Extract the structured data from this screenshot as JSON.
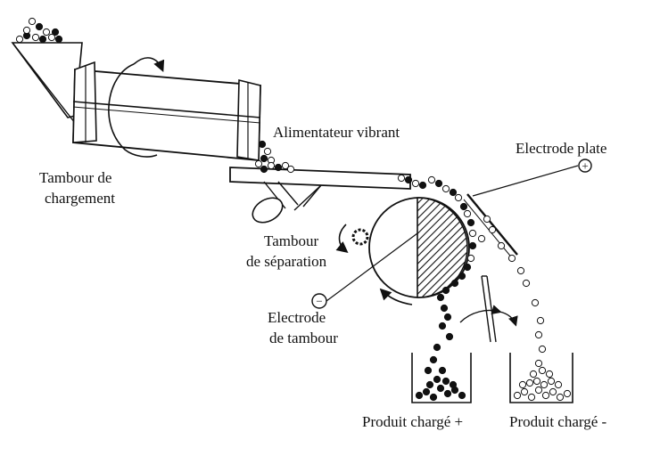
{
  "labels": {
    "loading_drum_line1": "Tambour de",
    "loading_drum_line2": "chargement",
    "vibrating_feeder": "Alimentateur vibrant",
    "plate_electrode": "Electrode plate",
    "separation_drum_line1": "Tambour",
    "separation_drum_line2": "de séparation",
    "drum_electrode_line1": "Electrode",
    "drum_electrode_line2": "de tambour",
    "product_positive": "Produit chargé +",
    "product_negative": "Produit chargé -"
  },
  "symbols": {
    "plus": "+",
    "minus": "−"
  },
  "colors": {
    "ink": "#111111",
    "background": "#ffffff"
  }
}
